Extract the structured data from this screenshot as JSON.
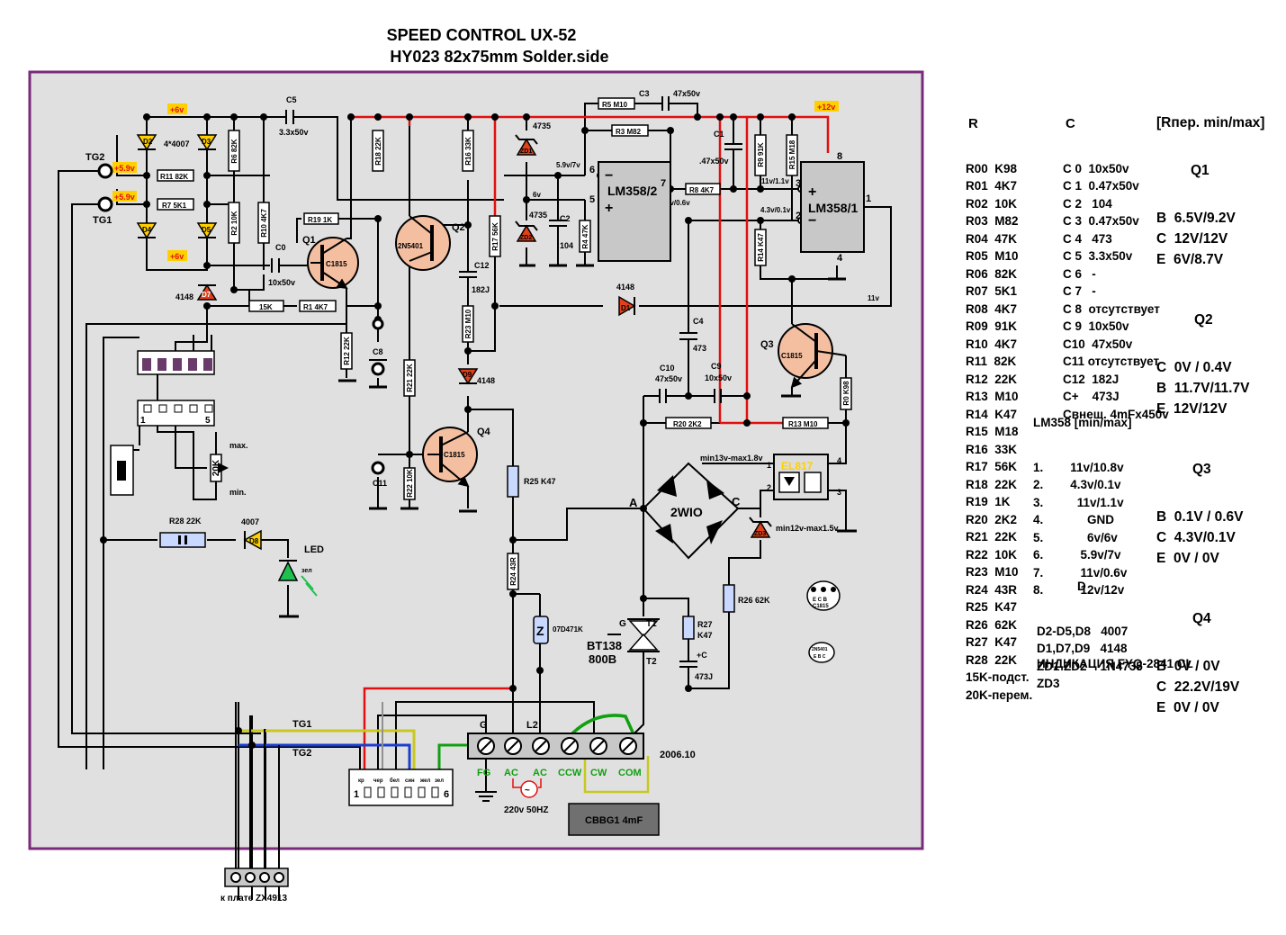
{
  "title": {
    "line1": "SPEED CONTROL UX-52",
    "line2": "HY023  82x75mm  Solder.side"
  },
  "date_code": "2006.10",
  "labels": {
    "tg1": "TG1",
    "tg2": "TG2",
    "tg1_wire": "TG1",
    "tg2_wire": "TG2",
    "v6_a": "+6v",
    "v6_b": "+6v",
    "v59_a": "+5.9v",
    "v59_b": "+5.9v",
    "v12": "+12v",
    "d4007": "4*4007",
    "c5": "C5",
    "c5v": "3.3x50v",
    "r11": "R11 82K",
    "r7": "R7 5K1",
    "r6": "R6 82K",
    "r2": "R2 10K",
    "r10": "R10 4K7",
    "r19": "R19 1K",
    "r18": "R18 22K",
    "r16": "R16 33K",
    "r17": "R17 56K",
    "r4": "R4 47K",
    "r5": "R5 M10",
    "r3": "R3 M82",
    "r8": "R8 4K7",
    "r9": "R9 91K",
    "r15": "R15 M18",
    "r14": "R14 K47",
    "r13": "R13 M10",
    "r20": "R20 2K2",
    "r12": "R12 22K",
    "r1": "R1 4K7",
    "r15k": "15K",
    "r23": "R23 M10",
    "r21": "R21 22K",
    "r22": "R22 10K",
    "r25": "R25 K47",
    "r24": "R24 43R",
    "r27": "R27",
    "r27v": "K47",
    "r26": "R26 62K",
    "r28": "R28 22K",
    "r0": "R0 K98",
    "c0": "C0",
    "c0v": "10x50v",
    "c8": "C8",
    "c11": "C11",
    "c12": "C12",
    "c12v": "182J",
    "c3": "C3",
    "c3v": "47x50v",
    "c1": "C1",
    "c1v": ".47x50v",
    "c2": "C2",
    "c2v": "104",
    "c4": "C4",
    "c4v": "473",
    "c10": "C10",
    "c10v": "47x50v",
    "c9": "C9",
    "c9v": "10x50v",
    "cplus": "+C",
    "cplusv": "473J",
    "q1": "Q1",
    "q2": "Q2",
    "q3": "Q3",
    "q4": "Q4",
    "c1815a": "C1815",
    "c1815b": "C1815",
    "c1815c": "C1815",
    "n5401": "2N5401",
    "d2": "D2",
    "d3": "D3",
    "d4": "D4",
    "d5": "D5",
    "d7": "D7",
    "d7v": "4148",
    "d1": "D1",
    "d1v": "4148",
    "d9": "D9",
    "d9v": "4148",
    "d8": "D8",
    "d8v": "4007",
    "zd1": "ZD1",
    "zd2": "ZD2",
    "zd3": "ZD3",
    "z4735a": "4735",
    "z4735b": "4735",
    "v59_7": "5.9v/7v",
    "v6v": "6v",
    "v11_06": "11v/0.6v",
    "v11_11": "11v/1.1v",
    "v43_01": "4.3v/0.1v",
    "v11": "11v",
    "lm2": "LM358/2",
    "lm1": "LM358/1",
    "p6": "6",
    "p5": "5",
    "p7": "7",
    "p3": "3",
    "p2": "2",
    "p1": "1",
    "p8": "8",
    "p4": "4",
    "el817": "EL817",
    "el_p1": "1",
    "el_p2": "2",
    "el_p3": "3",
    "el_p4": "4",
    "bridge": "2WIO",
    "bA": "A",
    "bC": "C",
    "min13": "min13v-max1.8v",
    "min12": "min12v-max1.5v",
    "bt138": "BT138",
    "b800": "800B",
    "t1": "T1",
    "t2": "T2",
    "g": "G",
    "varistor": "07D471K",
    "led": "LED",
    "zel": "зел",
    "pot": "20K",
    "max": "max.",
    "min": "min.",
    "conn1": "1",
    "conn5": "5",
    "tG": "G",
    "tL2": "L2",
    "fg": "FG",
    "ac1": "AC",
    "ac2": "AC",
    "ccw": "CCW",
    "cw": "CW",
    "com": "COM",
    "mains": "220v 50HZ",
    "cbbg": "CBBG1 4mF",
    "plug_pins": [
      "кр",
      "чер",
      "бел",
      "син",
      "жел",
      "зел"
    ],
    "plug1": "1",
    "plug6": "6",
    "zx": "к плате ZX4913",
    "c1815_pins": "E C B",
    "c1815_name": "C1815",
    "n5401_pins": "E B C",
    "n5401_name": "2N5401"
  },
  "table_r": {
    "header": "R",
    "rows": [
      "R00  K98",
      "R01  4K7",
      "R02  10K",
      "R03  M82",
      "R04  47K",
      "R05  M10",
      "R06  82K",
      "R07  5K1",
      "R08  4K7",
      "R09  91K",
      "R10  4K7",
      "R11  82K",
      "R12  22K",
      "R13  M10",
      "R14  K47",
      "R15  M18",
      "R16  33K",
      "R17  56K",
      "R18  22K",
      "R19  1K",
      "R20  2K2",
      "R21  22K",
      "R22  10K",
      "R23  M10",
      "R24  43R",
      "R25  K47",
      "R26  62K",
      "R27  K47",
      "R28  22K",
      "15K-подст.",
      "20K-перем."
    ]
  },
  "table_c": {
    "header": "C",
    "rows": [
      "C 0  10x50v",
      "C 1  0.47x50v",
      "C 2   104",
      "C 3  0.47x50v",
      "C 4   473",
      "C 5  3.3x50v",
      "C 6   -",
      "C 7   -",
      "C 8  отсутствует",
      "C 9  10x50v",
      "C10  47x50v",
      "C11 отсутствует",
      "C12  182J",
      "C+    473J",
      "Свнеш. 4mFx450v"
    ]
  },
  "table_lm": {
    "header": "LM358 [min/max]",
    "rows": [
      "1.        11v/10.8v",
      "2.        4.3v/0.1v",
      "3.          11v/1.1v",
      "4.             GND",
      "5.             6v/6v",
      "6.           5.9v/7v",
      "7.           11v/0.6v",
      "8.           12v/12v"
    ]
  },
  "table_d": {
    "header": "D",
    "rows": [
      "D2-D5,D8   4007",
      "D1,D7,D9   4148",
      "ZD1-ZD2    1N4735",
      "ZD3"
    ]
  },
  "table_q": {
    "header": "[Rпер. min/max]",
    "q1": {
      "title": "Q1",
      "rows": [
        "B  6.5V/9.2V",
        "C  12V/12V",
        "E  6V/8.7V"
      ]
    },
    "q2": {
      "title": "Q2",
      "rows": [
        "C  0V / 0.4V",
        "B  11.7V/11.7V",
        "E  12V/12V"
      ]
    },
    "q3": {
      "title": "Q3",
      "rows": [
        "B  0.1V / 0.6V",
        "C  4.3V/0.1V",
        "E  0V / 0V"
      ]
    },
    "q4": {
      "title": "Q4",
      "rows": [
        "B  0V / 0V",
        "C  22.2V/19V",
        "E  0V / 0V"
      ]
    }
  },
  "indication": "ИНДИКАЦИЯ FYQ-2841 CL",
  "colors": {
    "border": "#7a2a7a",
    "background": "#e0e0e0",
    "wire": "#000000",
    "rail12v": "#e01010",
    "tg1_wire": "#c8c820",
    "tg2_wire": "#1a3fd0",
    "green_wire": "#10a010",
    "grey_wire": "#909090",
    "transistor": "#f4bfa0",
    "diode_red": "#e0401a",
    "led": "#20c050",
    "resistor_fill": "#c8d8ff",
    "ic_fill": "#c8c8c8",
    "optocoupler": "#dcdcdc",
    "voltage_tag": "#ffd000",
    "cbbg_fill": "#707070"
  }
}
